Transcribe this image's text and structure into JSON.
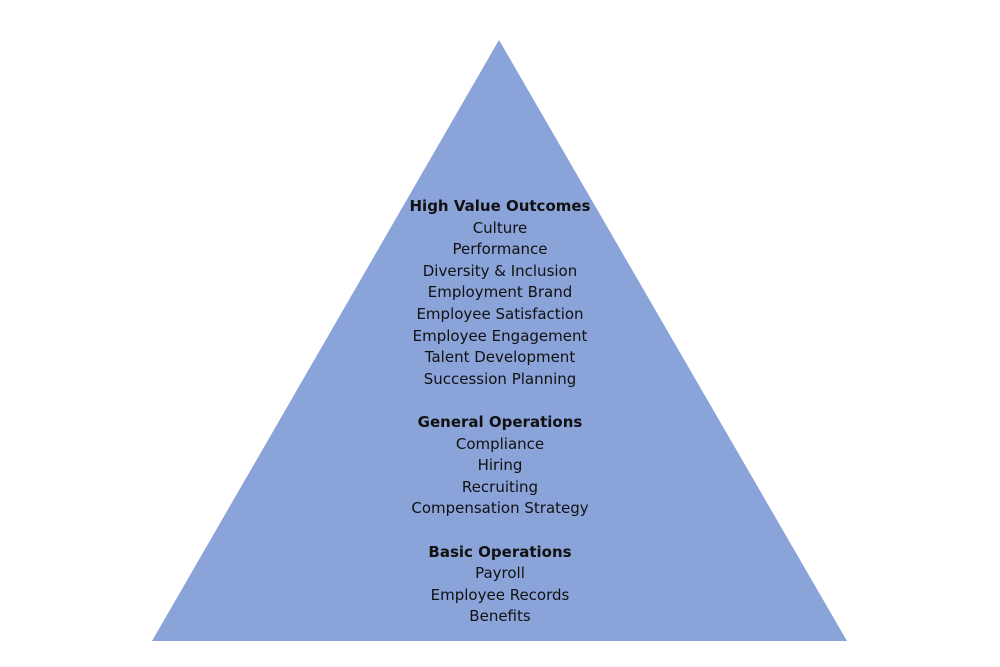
{
  "colors": {
    "pyramid_fill": "#8aa3d9",
    "text": "#111111",
    "background": "#ffffff"
  },
  "sections": [
    {
      "heading": "High Value Outcomes",
      "items": [
        "Culture",
        "Performance",
        "Diversity & Inclusion",
        "Employment Brand",
        "Employee Satisfaction",
        "Employee Engagement",
        "Talent Development",
        "Succession Planning"
      ]
    },
    {
      "heading": "General Operations",
      "items": [
        "Compliance",
        "Hiring",
        "Recruiting",
        "Compensation Strategy"
      ]
    },
    {
      "heading": "Basic Operations",
      "items": [
        "Payroll",
        "Employee Records",
        "Benefits"
      ]
    }
  ]
}
